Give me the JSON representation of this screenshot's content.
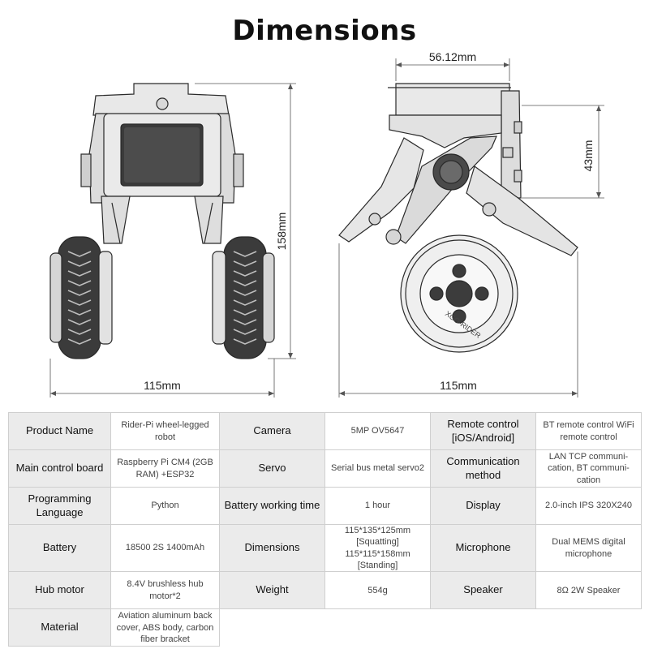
{
  "title": "Dimensions",
  "dimensions": {
    "front_height": "158mm",
    "front_width": "115mm",
    "side_top": "56.12mm",
    "side_right": "43mm",
    "side_width": "115mm"
  },
  "side_wheel_text": "XGO-RIDER",
  "specs": {
    "rows": [
      [
        {
          "label": "Product Name",
          "value": "Rider-Pi wheel-legged robot"
        },
        {
          "label": "Camera",
          "value": "5MP OV5647"
        },
        {
          "label": "Remote control [iOS/Android]",
          "value": "BT remote control WiFi remote control"
        }
      ],
      [
        {
          "label": "Main control board",
          "value": "Raspberry Pi CM4 (2GB RAM) +ESP32"
        },
        {
          "label": "Servo",
          "value": "Serial bus metal servo2"
        },
        {
          "label": "Communication method",
          "value": "LAN TCP communi-cation, BT communi-cation"
        }
      ],
      [
        {
          "label": "Programming Language",
          "value": "Python"
        },
        {
          "label": "Battery working time",
          "value": "1 hour"
        },
        {
          "label": "Display",
          "value": "2.0-inch IPS 320X240"
        }
      ],
      [
        {
          "label": "Battery",
          "value": "18500 2S 1400mAh"
        },
        {
          "label": "Dimensions",
          "value": "115*135*125mm [Squatting] 115*115*158mm [Standing]"
        },
        {
          "label": "Microphone",
          "value": "Dual MEMS digital microphone"
        }
      ],
      [
        {
          "label": "Hub motor",
          "value": "8.4V brushless hub motor*2"
        },
        {
          "label": "Weight",
          "value": "554g"
        },
        {
          "label": "Speaker",
          "value": "8Ω 2W Speaker"
        }
      ],
      [
        {
          "label": "Material",
          "value": "Aviation aluminum back cover, ABS body, carbon fiber bracket"
        }
      ]
    ]
  }
}
